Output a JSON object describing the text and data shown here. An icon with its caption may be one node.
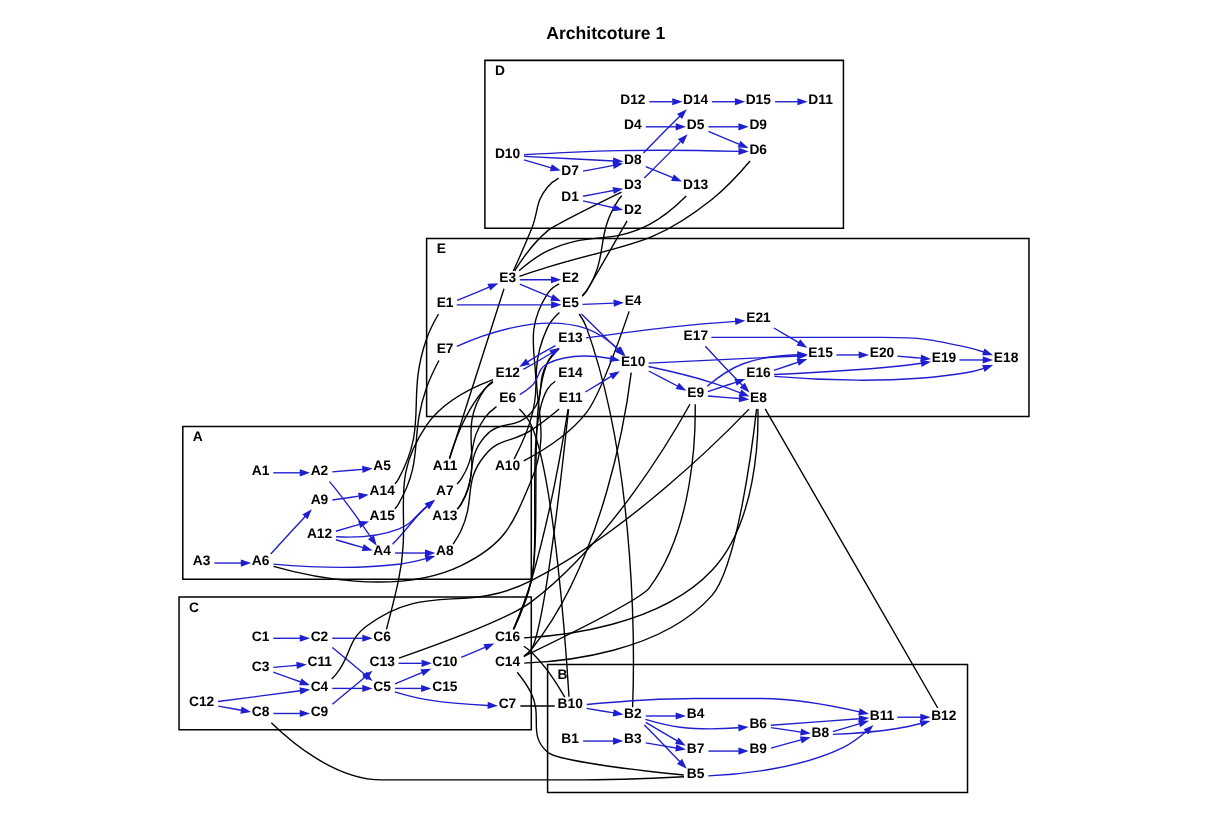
{
  "diagram": {
    "title": "Architcoture 1",
    "nodes": [
      {
        "text": [
          "A"
        ]
      },
      {
        "text": [
          "A1"
        ],
        "in": 0
      },
      {
        "text": [
          "A2"
        ],
        "in": 0
      },
      {
        "text": [
          "A3"
        ],
        "in": 0
      },
      {
        "text": [
          "A4"
        ],
        "in": 0
      },
      {
        "text": [
          "A5"
        ],
        "in": 0
      },
      {
        "text": [
          "A6"
        ],
        "in": 0
      },
      {
        "text": [
          "A7"
        ],
        "in": 0
      },
      {
        "text": [
          "A8"
        ],
        "in": 0
      },
      {
        "text": [
          "A9"
        ],
        "in": 0
      },
      {
        "text": [
          "A10"
        ],
        "in": 0
      },
      {
        "text": [
          "A11"
        ],
        "in": 0
      },
      {
        "text": [
          "A12"
        ],
        "in": 0
      },
      {
        "text": [
          "A13"
        ],
        "in": 0
      },
      {
        "text": [
          "A14"
        ],
        "in": 0
      },
      {
        "text": [
          "A15"
        ],
        "in": 0
      },
      {
        "text": [
          "B"
        ]
      },
      {
        "text": [
          "B1"
        ],
        "in": 16
      },
      {
        "text": [
          "B2"
        ],
        "in": 16
      },
      {
        "text": [
          "B3"
        ],
        "in": 16
      },
      {
        "text": [
          "B4"
        ],
        "in": 16
      },
      {
        "text": [
          "B5"
        ],
        "in": 16
      },
      {
        "text": [
          "B6"
        ],
        "in": 16
      },
      {
        "text": [
          "B7"
        ],
        "in": 16
      },
      {
        "text": [
          "B8"
        ],
        "in": 16
      },
      {
        "text": [
          "B9"
        ],
        "in": 16
      },
      {
        "text": [
          "B10"
        ],
        "in": 16
      },
      {
        "text": [
          "B11"
        ],
        "in": 16
      },
      {
        "text": [
          "B12"
        ],
        "in": 16
      },
      {
        "text": [
          "E"
        ]
      },
      {
        "text": [
          "E1"
        ],
        "in": 29
      },
      {
        "text": [
          "E2"
        ],
        "in": 29
      },
      {
        "text": [
          "E3"
        ],
        "in": 29
      },
      {
        "text": [
          "E4"
        ],
        "in": 29
      },
      {
        "text": [
          "E5"
        ],
        "in": 29
      },
      {
        "text": [
          "E6"
        ],
        "in": 29
      },
      {
        "text": [
          "E7"
        ],
        "in": 29
      },
      {
        "text": [
          "E8"
        ],
        "in": 29
      },
      {
        "text": [
          "E9"
        ],
        "in": 29
      },
      {
        "text": [
          "E10"
        ],
        "in": 29
      },
      {
        "text": [
          "E11"
        ],
        "in": 29
      },
      {
        "text": [
          "E12"
        ],
        "in": 29
      },
      {
        "text": [
          "E13"
        ],
        "in": 29
      },
      {
        "text": [
          "E14"
        ],
        "in": 29
      },
      {
        "text": [
          "E15"
        ],
        "in": 29
      },
      {
        "text": [
          "E16"
        ],
        "in": 29
      },
      {
        "text": [
          "E17"
        ],
        "in": 29
      },
      {
        "text": [
          "E18"
        ],
        "in": 29
      },
      {
        "text": [
          "E19"
        ],
        "in": 29
      },
      {
        "text": [
          "E20"
        ],
        "in": 29
      },
      {
        "text": [
          "E21"
        ],
        "in": 29
      },
      {
        "text": [
          "C"
        ]
      },
      {
        "text": [
          "C1"
        ],
        "in": 51
      },
      {
        "text": [
          "C2"
        ],
        "in": 51
      },
      {
        "text": [
          "C3"
        ],
        "in": 51
      },
      {
        "text": [
          "C4"
        ],
        "in": 51
      },
      {
        "text": [
          "C5"
        ],
        "in": 51
      },
      {
        "text": [
          "C6"
        ],
        "in": 51
      },
      {
        "text": [
          "C7"
        ],
        "in": 51
      },
      {
        "text": [
          "C8"
        ],
        "in": 51
      },
      {
        "text": [
          "C9"
        ],
        "in": 51
      },
      {
        "text": [
          "C10"
        ],
        "in": 51
      },
      {
        "text": [
          "C11"
        ],
        "in": 51
      },
      {
        "text": [
          "C12"
        ],
        "in": 51
      },
      {
        "text": [
          "C13"
        ],
        "in": 51
      },
      {
        "text": [
          "C14"
        ],
        "in": 51
      },
      {
        "text": [
          "C15"
        ],
        "in": 51
      },
      {
        "text": [
          "C16"
        ],
        "in": 51
      },
      {
        "text": [
          "D"
        ]
      },
      {
        "text": [
          "D1"
        ],
        "in": 68
      },
      {
        "text": [
          "D2"
        ],
        "in": 68
      },
      {
        "text": [
          "D3"
        ],
        "in": 68
      },
      {
        "text": [
          "D4"
        ],
        "in": 68
      },
      {
        "text": [
          "D5"
        ],
        "in": 68
      },
      {
        "text": [
          "D6"
        ],
        "in": 68
      },
      {
        "text": [
          "D7"
        ],
        "in": 68
      },
      {
        "text": [
          "D8"
        ],
        "in": 68
      },
      {
        "text": [
          "D9"
        ],
        "in": 68
      },
      {
        "text": [
          "D10"
        ],
        "in": 68
      },
      {
        "text": [
          "D11"
        ],
        "in": 68
      },
      {
        "text": [
          "D12"
        ],
        "in": 68
      },
      {
        "text": [
          "D13"
        ],
        "in": 68
      },
      {
        "text": [
          "D14"
        ],
        "in": 68
      },
      {
        "text": [
          "D15"
        ],
        "in": 68
      }
    ],
    "edges": [
      {
        "from": 1,
        "to": 2,
        "arrow": "to"
      },
      {
        "from": 2,
        "to": 5,
        "arrow": "to"
      },
      {
        "from": 2,
        "to": 4,
        "arrow": "to"
      },
      {
        "from": 3,
        "to": 6,
        "arrow": "to"
      },
      {
        "from": 6,
        "to": 9,
        "arrow": "to"
      },
      {
        "from": 9,
        "to": 14,
        "arrow": "to"
      },
      {
        "from": 6,
        "to": 8,
        "arrow": "to"
      },
      {
        "from": 4,
        "to": 8,
        "arrow": "to"
      },
      {
        "from": 4,
        "to": 7,
        "arrow": "to"
      },
      {
        "from": 12,
        "to": 4,
        "arrow": "to"
      },
      {
        "from": 12,
        "to": 7,
        "arrow": "to"
      },
      {
        "from": 12,
        "to": 15,
        "arrow": "to"
      },
      {
        "from": 17,
        "to": 19,
        "arrow": "to"
      },
      {
        "from": 19,
        "to": 23,
        "arrow": "to"
      },
      {
        "from": 18,
        "to": 23,
        "arrow": "to"
      },
      {
        "from": 18,
        "to": 20,
        "arrow": "to"
      },
      {
        "from": 18,
        "to": 21,
        "arrow": "to"
      },
      {
        "from": 26,
        "to": 18,
        "arrow": "to"
      },
      {
        "from": 18,
        "to": 22,
        "arrow": "to"
      },
      {
        "from": 22,
        "to": 24,
        "arrow": "to"
      },
      {
        "from": 22,
        "to": 27,
        "arrow": "to"
      },
      {
        "from": 21,
        "to": 27,
        "arrow": "to"
      },
      {
        "from": 23,
        "to": 25,
        "arrow": "to"
      },
      {
        "from": 25,
        "to": 24,
        "arrow": "to"
      },
      {
        "from": 24,
        "to": 27,
        "arrow": "to"
      },
      {
        "from": 24,
        "to": 28,
        "arrow": "to"
      },
      {
        "from": 26,
        "to": 27,
        "arrow": "to"
      },
      {
        "from": 27,
        "to": 28,
        "arrow": "to"
      },
      {
        "from": 30,
        "to": 32,
        "arrow": "to"
      },
      {
        "from": 30,
        "to": 34,
        "arrow": "to"
      },
      {
        "from": 32,
        "to": 31,
        "arrow": "to"
      },
      {
        "from": 32,
        "to": 34,
        "arrow": "to"
      },
      {
        "from": 34,
        "to": 33,
        "arrow": "to"
      },
      {
        "from": 34,
        "to": 39,
        "arrow": "to"
      },
      {
        "from": 41,
        "to": 42,
        "arrow": "to"
      },
      {
        "from": 42,
        "to": 41,
        "arrow": "to"
      },
      {
        "from": 42,
        "to": 50,
        "arrow": "to"
      },
      {
        "from": 36,
        "to": 39,
        "arrow": "to"
      },
      {
        "from": 35,
        "to": 39,
        "arrow": "to"
      },
      {
        "from": 40,
        "to": 39,
        "arrow": "to"
      },
      {
        "from": 39,
        "to": 38,
        "arrow": "to"
      },
      {
        "from": 39,
        "to": 37,
        "arrow": "to"
      },
      {
        "from": 39,
        "to": 44,
        "arrow": "to"
      },
      {
        "from": 38,
        "to": 37,
        "arrow": "to"
      },
      {
        "from": 38,
        "to": 44,
        "arrow": "to"
      },
      {
        "from": 38,
        "to": 45,
        "arrow": "to"
      },
      {
        "from": 46,
        "to": 37,
        "arrow": "to"
      },
      {
        "from": 46,
        "to": 47,
        "arrow": "to"
      },
      {
        "from": 45,
        "to": 44,
        "arrow": "to"
      },
      {
        "from": 45,
        "to": 48,
        "arrow": "to"
      },
      {
        "from": 45,
        "to": 47,
        "arrow": "to"
      },
      {
        "from": 44,
        "to": 49,
        "arrow": "to"
      },
      {
        "from": 50,
        "to": 44,
        "arrow": "to"
      },
      {
        "from": 49,
        "to": 48,
        "arrow": "to"
      },
      {
        "from": 48,
        "to": 47,
        "arrow": "to"
      },
      {
        "from": 52,
        "to": 53,
        "arrow": "to"
      },
      {
        "from": 53,
        "to": 57,
        "arrow": "to"
      },
      {
        "from": 53,
        "to": 56,
        "arrow": "to"
      },
      {
        "from": 56,
        "to": 66,
        "arrow": "to"
      },
      {
        "from": 56,
        "to": 61,
        "arrow": "to"
      },
      {
        "from": 56,
        "to": 58,
        "arrow": "to"
      },
      {
        "from": 55,
        "to": 56,
        "arrow": "to"
      },
      {
        "from": 54,
        "to": 55,
        "arrow": "to"
      },
      {
        "from": 54,
        "to": 62,
        "arrow": "to"
      },
      {
        "from": 63,
        "to": 55,
        "arrow": "to"
      },
      {
        "from": 63,
        "to": 59,
        "arrow": "to"
      },
      {
        "from": 59,
        "to": 60,
        "arrow": "to"
      },
      {
        "from": 60,
        "to": 64,
        "arrow": "to"
      },
      {
        "from": 64,
        "to": 61,
        "arrow": "to"
      },
      {
        "from": 61,
        "to": 67,
        "arrow": "to"
      },
      {
        "from": 69,
        "to": 70,
        "arrow": "to"
      },
      {
        "from": 69,
        "to": 71,
        "arrow": "to"
      },
      {
        "from": 71,
        "to": 73,
        "arrow": "to"
      },
      {
        "from": 72,
        "to": 73,
        "arrow": "to"
      },
      {
        "from": 73,
        "to": 77,
        "arrow": "to"
      },
      {
        "from": 73,
        "to": 74,
        "arrow": "to"
      },
      {
        "from": 78,
        "to": 74,
        "arrow": "to"
      },
      {
        "from": 78,
        "to": 75,
        "arrow": "to"
      },
      {
        "from": 75,
        "to": 76,
        "arrow": "to"
      },
      {
        "from": 78,
        "to": 76,
        "arrow": "to"
      },
      {
        "from": 76,
        "to": 81,
        "arrow": "to"
      },
      {
        "from": 76,
        "to": 82,
        "arrow": "to"
      },
      {
        "from": 80,
        "to": 82,
        "arrow": "to"
      },
      {
        "from": 82,
        "to": 83,
        "arrow": "to"
      },
      {
        "from": 83,
        "to": 79,
        "arrow": "to"
      },
      {
        "from": 14,
        "to": 30,
        "arrow": "none",
        "color": "#000000"
      },
      {
        "from": 6,
        "to": 34,
        "arrow": "none",
        "color": "#000000"
      },
      {
        "from": 10,
        "to": 31,
        "arrow": "none",
        "color": "#000000"
      },
      {
        "from": 10,
        "to": 33,
        "arrow": "none",
        "color": "#000000"
      },
      {
        "from": 13,
        "to": 41,
        "arrow": "none",
        "color": "#000000"
      },
      {
        "from": 13,
        "to": 42,
        "arrow": "none",
        "color": "#000000"
      },
      {
        "from": 11,
        "to": 32,
        "arrow": "none",
        "color": "#000000"
      },
      {
        "from": 11,
        "to": 41,
        "arrow": "none",
        "color": "#000000"
      },
      {
        "from": 8,
        "to": 40,
        "arrow": "none",
        "color": "#000000"
      },
      {
        "from": 7,
        "to": 35,
        "arrow": "none",
        "color": "#000000"
      },
      {
        "from": 15,
        "to": 36,
        "arrow": "none",
        "color": "#000000"
      },
      {
        "from": 34,
        "to": 18,
        "arrow": "none",
        "color": "#000000"
      },
      {
        "from": 35,
        "to": 26,
        "arrow": "none",
        "color": "#000000"
      },
      {
        "from": 37,
        "to": 28,
        "arrow": "none",
        "color": "#000000"
      },
      {
        "from": 59,
        "to": 21,
        "arrow": "none",
        "color": "#000000"
      },
      {
        "from": 65,
        "to": 21,
        "arrow": "none",
        "color": "#000000"
      },
      {
        "from": 58,
        "to": 26,
        "arrow": "none",
        "color": "#000000"
      },
      {
        "from": 67,
        "to": 26,
        "arrow": "none",
        "color": "#000000"
      },
      {
        "from": 57,
        "to": 41,
        "arrow": "none",
        "color": "#000000"
      },
      {
        "from": 67,
        "to": 42,
        "arrow": "none",
        "color": "#000000"
      },
      {
        "from": 67,
        "to": 43,
        "arrow": "none",
        "color": "#000000"
      },
      {
        "from": 67,
        "to": 40,
        "arrow": "none",
        "color": "#000000"
      },
      {
        "from": 67,
        "to": 37,
        "arrow": "none",
        "color": "#000000"
      },
      {
        "from": 65,
        "to": 40,
        "arrow": "none",
        "color": "#000000"
      },
      {
        "from": 65,
        "to": 39,
        "arrow": "none",
        "color": "#000000"
      },
      {
        "from": 65,
        "to": 38,
        "arrow": "none",
        "color": "#000000"
      },
      {
        "from": 65,
        "to": 37,
        "arrow": "none",
        "color": "#000000"
      },
      {
        "from": 55,
        "to": 37,
        "arrow": "none",
        "color": "#000000"
      },
      {
        "from": 64,
        "to": 38,
        "arrow": "none",
        "color": "#000000"
      },
      {
        "from": 32,
        "to": 81,
        "arrow": "none",
        "color": "#000000"
      },
      {
        "from": 32,
        "to": 75,
        "arrow": "none",
        "color": "#000000"
      },
      {
        "from": 32,
        "to": 74,
        "arrow": "none",
        "color": "#000000"
      },
      {
        "from": 32,
        "to": 71,
        "arrow": "none",
        "color": "#000000"
      },
      {
        "from": 34,
        "to": 71,
        "arrow": "none",
        "color": "#000000"
      },
      {
        "from": 34,
        "to": 70,
        "arrow": "none",
        "color": "#000000"
      }
    ]
  }
}
